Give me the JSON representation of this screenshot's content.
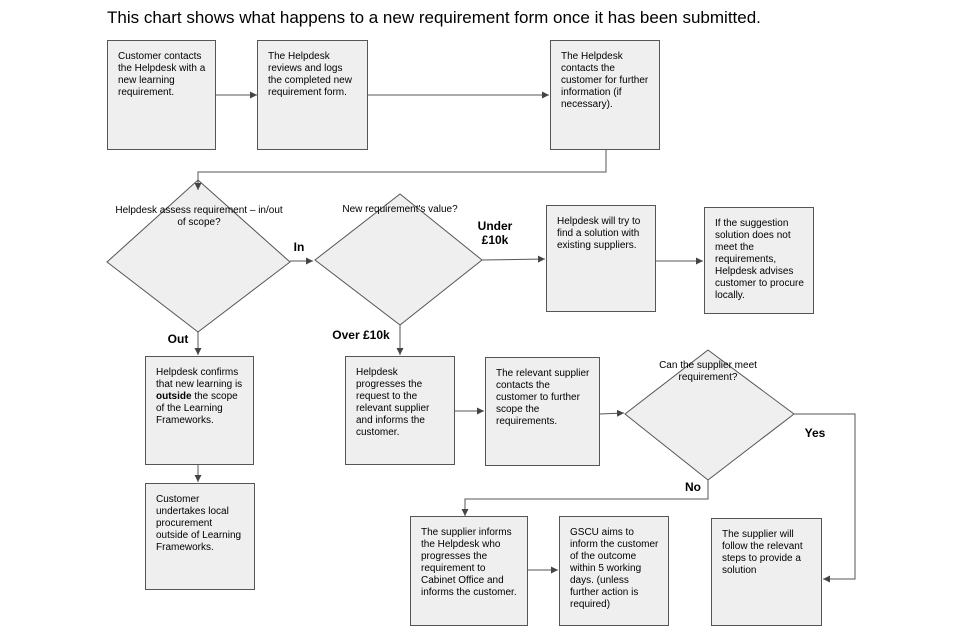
{
  "heading": "This chart shows what happens to a new requirement form once it has been submitted.",
  "nodes": {
    "customer_contacts": "Customer contacts the Helpdesk with a new learning requirement.",
    "helpdesk_reviews": "The Helpdesk reviews and logs the completed new requirement form.",
    "helpdesk_contacts": "The Helpdesk contacts the customer for further information (if necessary).",
    "decision_scope": "Helpdesk assess requirement – in/out of scope?",
    "decision_value": "New requirement's value?",
    "find_solution": "Helpdesk will try to find a solution with existing suppliers.",
    "advise_local": "If the suggestion solution does not meet the requirements, Helpdesk advises customer to procure locally.",
    "confirms_outside": {
      "before": "Helpdesk confirms that new learning is ",
      "bold": "outside",
      "after": " the scope of the Learning Frameworks."
    },
    "local_procurement": "Customer undertakes local procurement outside of Learning Frameworks.",
    "progresses_request": "Helpdesk progresses the request to the relevant supplier and informs the customer.",
    "supplier_contacts": "The relevant supplier contacts the customer to further scope the requirements.",
    "decision_supplier": "Can the supplier meet requirement?",
    "supplier_informs": "The supplier informs the Helpdesk who progresses the requirement to Cabinet Office and informs the customer.",
    "gscu_aims": "GSCU aims to inform the customer of the outcome within 5 working days. (unless further action is required)",
    "follow_steps": "The supplier will follow the relevant steps to provide a solution"
  },
  "labels": {
    "in": "In",
    "out": "Out",
    "under": "Under £10k",
    "over": "Over £10k",
    "yes": "Yes",
    "no": "No"
  }
}
